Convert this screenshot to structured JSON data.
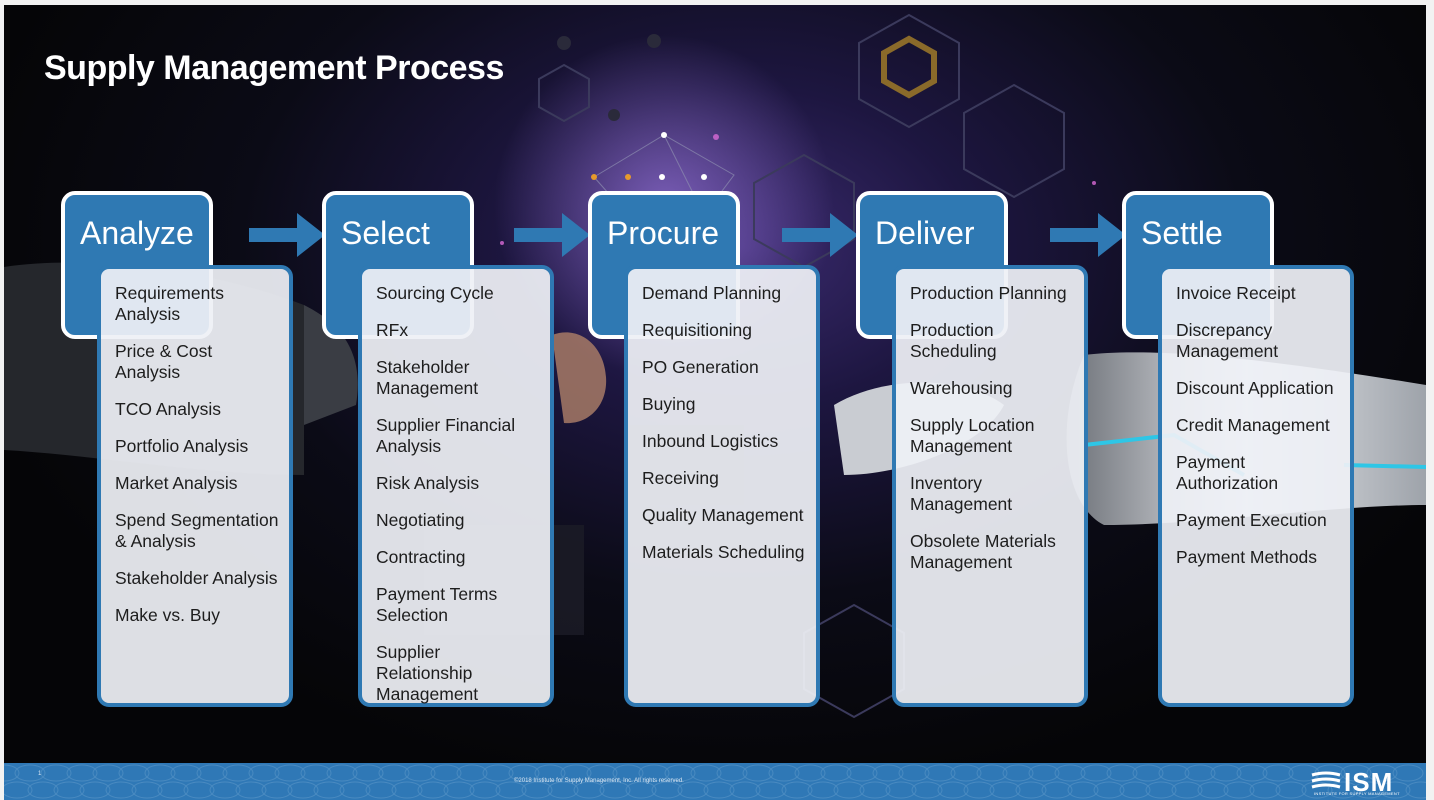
{
  "title": "Supply Management Process",
  "stages": [
    {
      "label": "Analyze",
      "items": [
        "Requirements Analysis",
        "Price & Cost Analysis",
        "TCO Analysis",
        "Portfolio Analysis",
        "Market Analysis",
        "Spend Segmentation & Analysis",
        "Stakeholder Analysis",
        "Make vs. Buy"
      ]
    },
    {
      "label": "Select",
      "items": [
        "Sourcing Cycle",
        "RFx",
        "Stakeholder Management",
        "Supplier Financial Analysis",
        "Risk Analysis",
        "Negotiating",
        "Contracting",
        "Payment Terms Selection",
        "Supplier Relationship Management"
      ]
    },
    {
      "label": "Procure",
      "items": [
        "Demand Planning",
        "Requisitioning",
        "PO Generation",
        "Buying",
        "Inbound Logistics",
        "Receiving",
        "Quality Management",
        "Materials Scheduling"
      ]
    },
    {
      "label": "Deliver",
      "items": [
        "Production Planning",
        "Production Scheduling",
        "Warehousing",
        "Supply Location Management",
        "Inventory Management",
        "Obsolete Materials Management"
      ]
    },
    {
      "label": "Settle",
      "items": [
        "Invoice Receipt",
        "Discrepancy Management",
        "Discount Application",
        "Credit Management",
        "Payment Authorization",
        "Payment Execution",
        "Payment Methods"
      ]
    }
  ],
  "footer": {
    "page_number": "1",
    "copyright": "©2018 Institute for Supply Management,  Inc. All rights reserved.",
    "logo_text": "ISM",
    "logo_tagline": "INSTITUTE FOR SUPPLY MANAGEMENT"
  },
  "colors": {
    "accent": "#2f79b3",
    "box_fill": "#eef0f5",
    "header_border": "#ffffff",
    "footer": "#2f78b6"
  },
  "icons": {
    "flow_arrow": "right-arrow-icon",
    "logo": "ism-logo-icon"
  }
}
